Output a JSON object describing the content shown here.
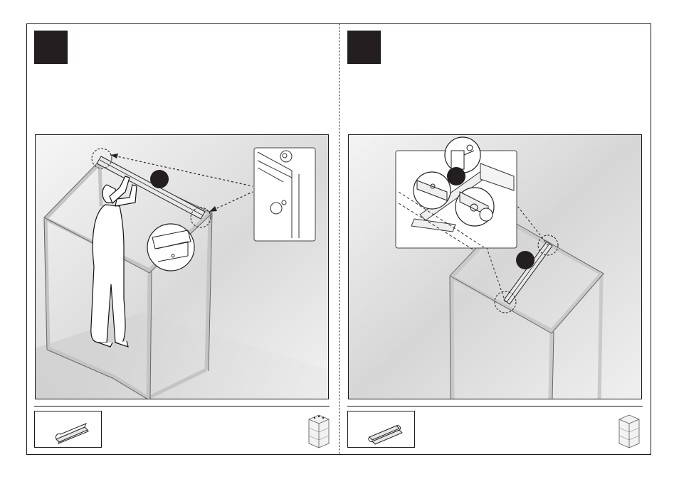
{
  "page": {
    "colors": {
      "ink": "#231f20",
      "scene_light": "#f4f4f4",
      "scene_dark": "#cfcfcf",
      "frame_outline": "#c8c8c8"
    }
  },
  "steps": [
    {
      "marker_icon": "step-number-box",
      "scene_icon": "person-fixing-ridge-bar-on-greenhouse",
      "part_icon": "ridge-profile-part-icon",
      "pallet_icon": "parts-pallet-icon"
    },
    {
      "marker_icon": "step-number-box",
      "scene_icon": "ridge-bar-bolt-assembly-detail",
      "part_icon": "double-profile-part-icon",
      "pallet_icon": "parts-pallet-icon"
    }
  ]
}
